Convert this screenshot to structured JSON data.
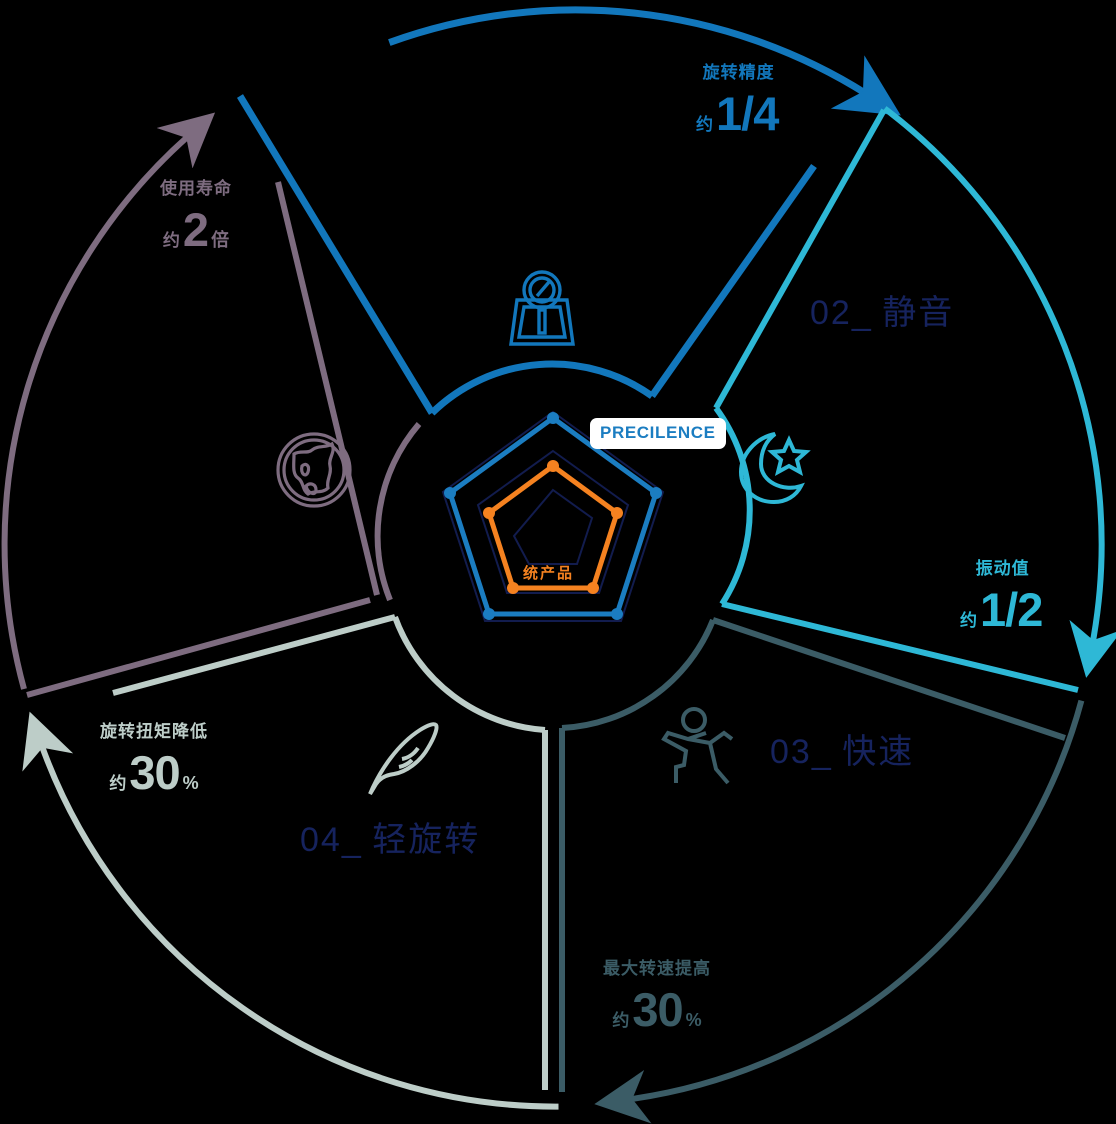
{
  "colors": {
    "background": "#000000",
    "blue": "#1277bc",
    "cyan": "#2eb8d6",
    "slate": "#3b5c66",
    "sage": "#bdcdc8",
    "mauve": "#7e6c80",
    "navy": "#16235e",
    "grid_navy": "#121c4e",
    "orange": "#f58220",
    "radar_blue": "#1b7dc1",
    "badge_text": "#1b7dc1"
  },
  "center": {
    "badge_label": "PRECILENCE",
    "competitor_label": "统产品"
  },
  "sections": [
    {
      "id": "01",
      "label": "",
      "color_key": "blue",
      "icon": "precision-gauge-icon"
    },
    {
      "id": "02",
      "label": "02_ 静音",
      "num": "02",
      "sep": "_",
      "name": "静音",
      "color_key": "cyan",
      "icon": "moon-star-icon"
    },
    {
      "id": "03",
      "label": "03_ 快速",
      "num": "03",
      "sep": "_",
      "name": "快速",
      "color_key": "slate",
      "icon": "running-person-icon"
    },
    {
      "id": "04",
      "label": "04_ 轻旋转",
      "num": "04",
      "sep": "_",
      "name": "轻旋转",
      "color_key": "sage",
      "icon": "feather-icon"
    },
    {
      "id": "05",
      "label": "",
      "color_key": "mauve",
      "icon": "globe-icon"
    }
  ],
  "metrics": [
    {
      "key": "accuracy",
      "title": "旋转精度",
      "prefix": "约",
      "value": "1/4",
      "unit": "",
      "color": "#1277bc"
    },
    {
      "key": "vibration",
      "title": "振动值",
      "prefix": "约",
      "value": "1/2",
      "unit": "",
      "color": "#2eb8d6"
    },
    {
      "key": "max_speed",
      "title": "最大转速提高",
      "prefix": "约",
      "value": "30",
      "unit": "%",
      "color": "#3b5c66"
    },
    {
      "key": "torque",
      "title": "旋转扭矩降低",
      "prefix": "约",
      "value": "30",
      "unit": "%",
      "color": "#bdcdc8"
    },
    {
      "key": "lifespan",
      "title": "使用寿命",
      "prefix": "约",
      "value": "2",
      "unit": "倍",
      "color": "#7e6c80"
    }
  ],
  "chart_data": {
    "type": "radar",
    "title": "PRECILENCE vs 统产品",
    "categories": [
      "旋转精度",
      "静音",
      "快速",
      "轻旋转",
      "使用寿命"
    ],
    "grid_rings": [
      0.33,
      0.66,
      1.0
    ],
    "axis_range": [
      0,
      1
    ],
    "grid": true,
    "legend_position": "inside",
    "series": [
      {
        "name": "PRECILENCE",
        "color": "#1b7dc1",
        "values": [
          0.88,
          0.88,
          0.88,
          0.88,
          0.88
        ]
      },
      {
        "name": "统产品",
        "color": "#f58220",
        "values": [
          0.55,
          0.55,
          0.55,
          0.55,
          0.55
        ]
      }
    ]
  }
}
